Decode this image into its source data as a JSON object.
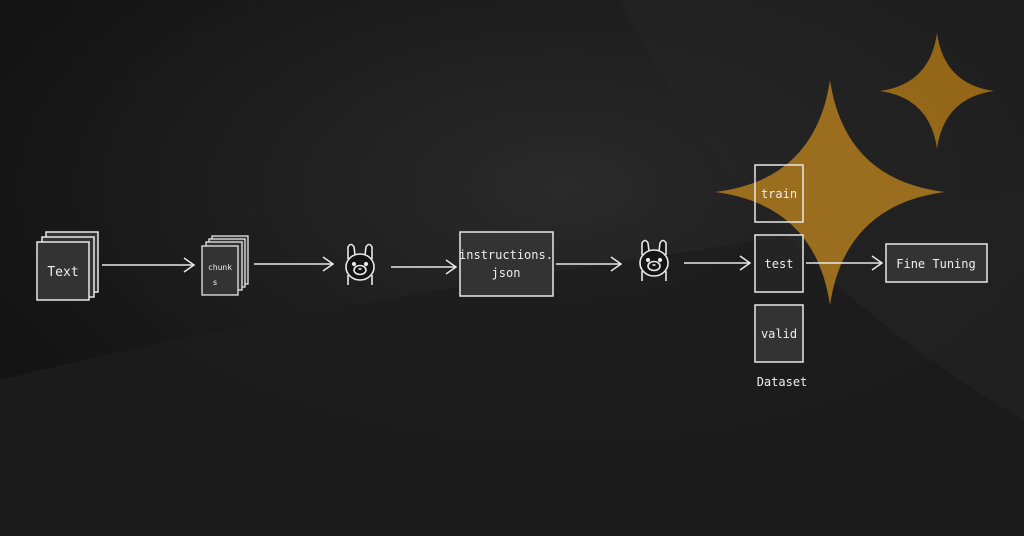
{
  "colors": {
    "background": "#141414",
    "node_fill": "#333333",
    "stroke": "#e8e8e8",
    "sparkle": "#b07a1e"
  },
  "nodes": {
    "text": "Text",
    "chunks_line1": "chunk",
    "chunks_line2": "s",
    "instructions_line1": "instructions.",
    "instructions_line2": "json",
    "train": "train",
    "test": "test",
    "valid": "valid",
    "dataset_label": "Dataset",
    "fine_tuning": "Fine Tuning"
  },
  "icons": {
    "llama_1": "llama-icon",
    "llama_2": "llama-icon",
    "sparkle_large": "sparkle-icon",
    "sparkle_small": "sparkle-icon"
  }
}
